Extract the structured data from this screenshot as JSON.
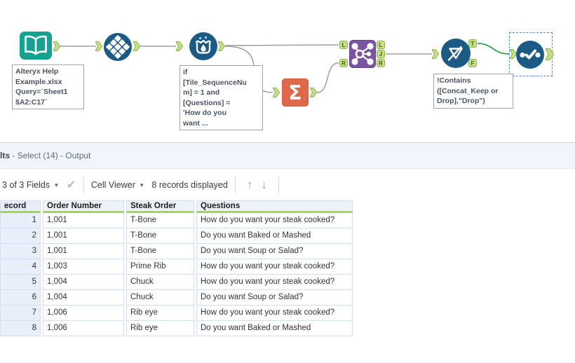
{
  "workflow": {
    "tools": {
      "input": {
        "label": "input-data-tool",
        "annotation": [
          "Alteryx Help",
          "Example.xlsx",
          "Query=`Sheet1",
          "$A2:C17`"
        ]
      },
      "tile": {
        "label": "tile-tool"
      },
      "formula": {
        "label": "formula-tool",
        "annotation": [
          "if",
          "[Tile_SequenceNu",
          "m] = 1 and",
          "[Questions] =",
          "'How do you",
          "want ..."
        ]
      },
      "summarize": {
        "label": "summarize-tool",
        "glyph": "Σ"
      },
      "join": {
        "label": "join-tool"
      },
      "filter": {
        "label": "filter-tool",
        "annotation": [
          "!Contains",
          "([Concat_Keep or",
          "Drop],\"Drop\")"
        ]
      },
      "select": {
        "label": "select-tool"
      }
    },
    "anchors": {
      "l": "L",
      "j": "J",
      "r": "R",
      "t": "T",
      "f": "F"
    },
    "colors": {
      "tool_blue": "#1b5a84",
      "tool_teal": "#16a191",
      "tool_purple": "#7a54a3",
      "tool_orange": "#e0684a",
      "anchor_green": "#c6df85",
      "wire_gray": "#9e9e9e",
      "wire_green": "#2f9e43",
      "selection_blue": "#4a90d9",
      "table_green": "#a0d463"
    }
  },
  "results": {
    "title_bold": "lts",
    "title_rest": " - Select (14) - Output",
    "toolbar": {
      "fields": "3 of 3 Fields",
      "caret": "▾",
      "check": "✔",
      "cell_viewer": "Cell Viewer",
      "records": "8 records displayed",
      "arrow_up": "↑",
      "arrow_down": "↓"
    },
    "table": {
      "columns": [
        "ecord",
        "Order Number",
        "Steak Order",
        "Questions"
      ],
      "rows": [
        [
          "1",
          "1,001",
          "T-Bone",
          "How do you want your steak cooked?"
        ],
        [
          "2",
          "1,001",
          "T-Bone",
          "Do you want Baked or Mashed"
        ],
        [
          "3",
          "1,001",
          "T-Bone",
          "Do you want Soup or Salad?"
        ],
        [
          "4",
          "1,003",
          "Prime Rib",
          "How do you want your steak cooked?"
        ],
        [
          "5",
          "1,004",
          "Chuck",
          "How do you want your steak cooked?"
        ],
        [
          "6",
          "1,004",
          "Chuck",
          "Do you want Soup or Salad?"
        ],
        [
          "7",
          "1,006",
          "Rib eye",
          "How do you want your steak cooked?"
        ],
        [
          "8",
          "1,006",
          "Rib eye",
          "Do you want Baked or Mashed"
        ]
      ]
    }
  }
}
